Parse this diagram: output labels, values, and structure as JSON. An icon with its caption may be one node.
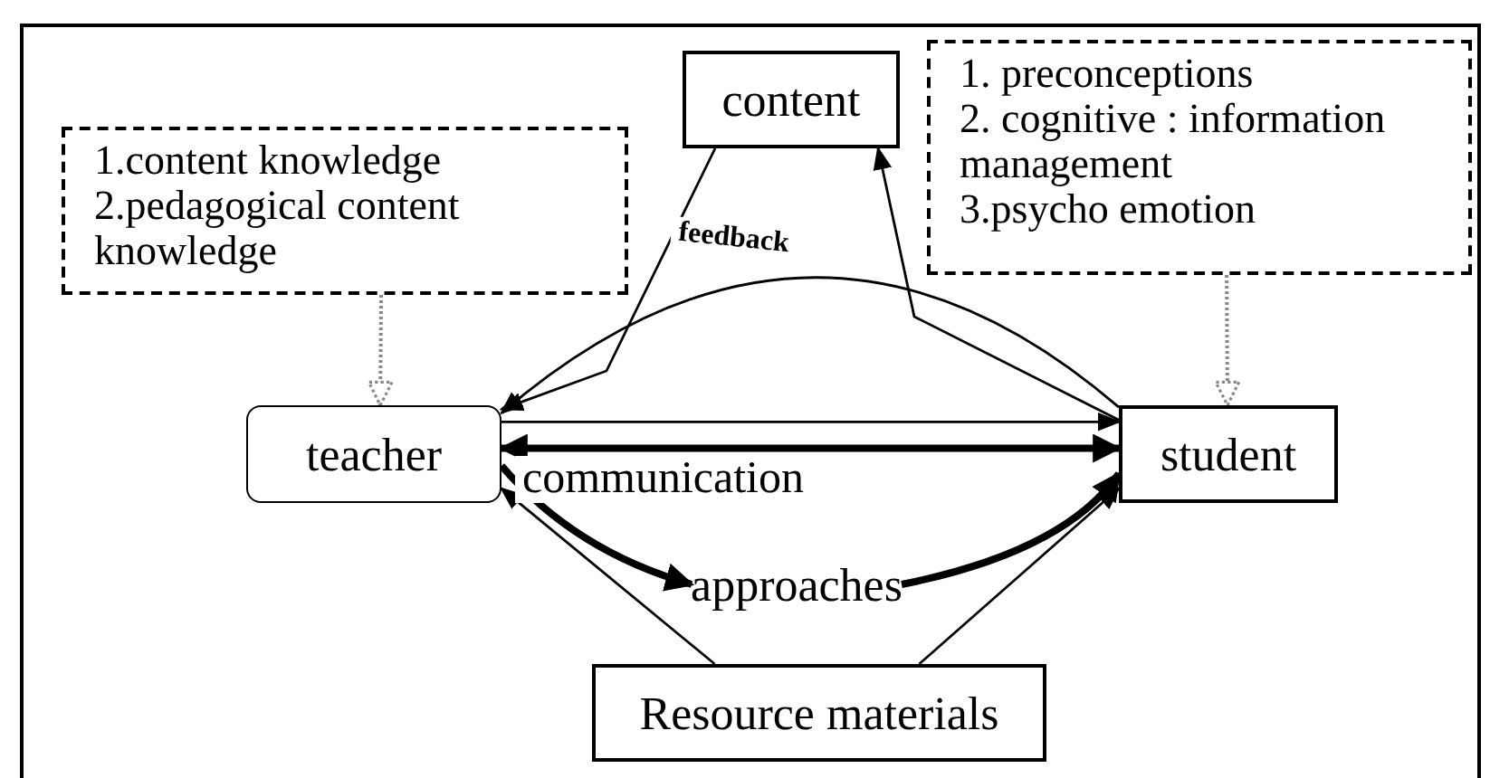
{
  "diagram": {
    "nodes": [
      {
        "text": [
          "content"
        ]
      },
      {
        "text": [
          "1.content knowledge",
          "2.pedagogical content knowledge"
        ]
      },
      {
        "text": [
          "1. preconceptions",
          "2. cognitive : information management",
          "3.psycho emotion"
        ]
      },
      {
        "text": [
          "teacher"
        ]
      },
      {
        "text": [
          "student"
        ]
      },
      {
        "text": [
          "Resource materials"
        ]
      },
      {
        "text": [
          "approaches"
        ]
      }
    ],
    "edges": [
      {
        "from": 0,
        "to": 3,
        "arrow": "to"
      },
      {
        "from": 4,
        "to": 0,
        "arrow": "to"
      },
      {
        "from": 4,
        "to": 3,
        "arrow": "to",
        "label": "feedback"
      },
      {
        "from": 3,
        "to": 4,
        "arrow": "to"
      },
      {
        "from": 3,
        "to": 4,
        "arrow": "both",
        "label": "communication",
        "style": "thick"
      },
      {
        "from": 3,
        "to": 6,
        "arrow": "to",
        "style": "thick"
      },
      {
        "from": 6,
        "to": 4,
        "arrow": "to",
        "style": "thick"
      },
      {
        "from": 5,
        "to": 3,
        "arrow": "to"
      },
      {
        "from": 5,
        "to": 4,
        "arrow": "to"
      },
      {
        "from": 1,
        "to": 3,
        "arrow": "to",
        "style": "dashed",
        "color": "#888888"
      },
      {
        "from": 2,
        "to": 4,
        "arrow": "to",
        "style": "dashed",
        "color": "#888888"
      }
    ]
  }
}
